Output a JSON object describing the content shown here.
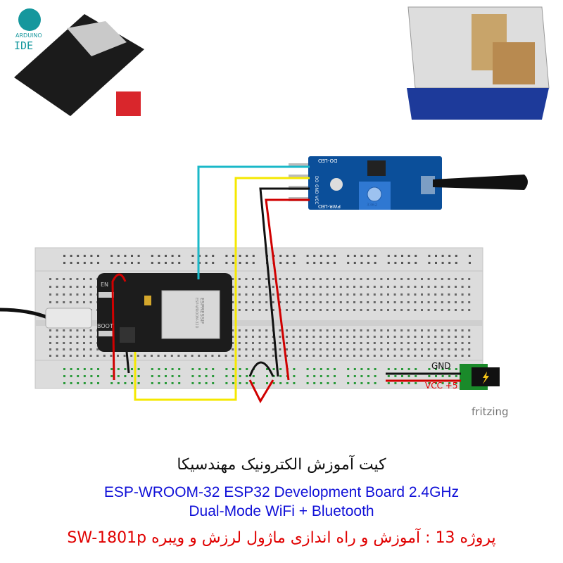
{
  "logos": {
    "arduino": "ARDUINO",
    "ide": "IDE",
    "watermark": "fritzing"
  },
  "labels": {
    "gnd": "GND",
    "vcc": "VCC +5",
    "en": "EN",
    "boot": "BOOT",
    "espressif": "ESPRESSIF",
    "module": "ESP-WROOM-32D",
    "sensor_pins": [
      "DO",
      "GND",
      "VCC"
    ],
    "do_led": "DO-LED",
    "pwr_led": "PWR-LED",
    "pot": "3362"
  },
  "captions": {
    "title": "کیت آموزش الکترونیک مهندسیکا",
    "line1": "ESP-WROOM-32 ESP32  Development Board 2.4GHz",
    "line2": "Dual-Mode WiFi + Bluetooth",
    "project": "پروژه 13 : آموزش و راه اندازی ماژول لرزش و ویبره SW-1801p"
  },
  "colors": {
    "wire_cyan": "#1ab8c8",
    "wire_yellow": "#f5e800",
    "wire_black": "#111111",
    "wire_red": "#d00000",
    "board_blue": "#0b4f9a",
    "esp_black": "#1c1c1c"
  }
}
